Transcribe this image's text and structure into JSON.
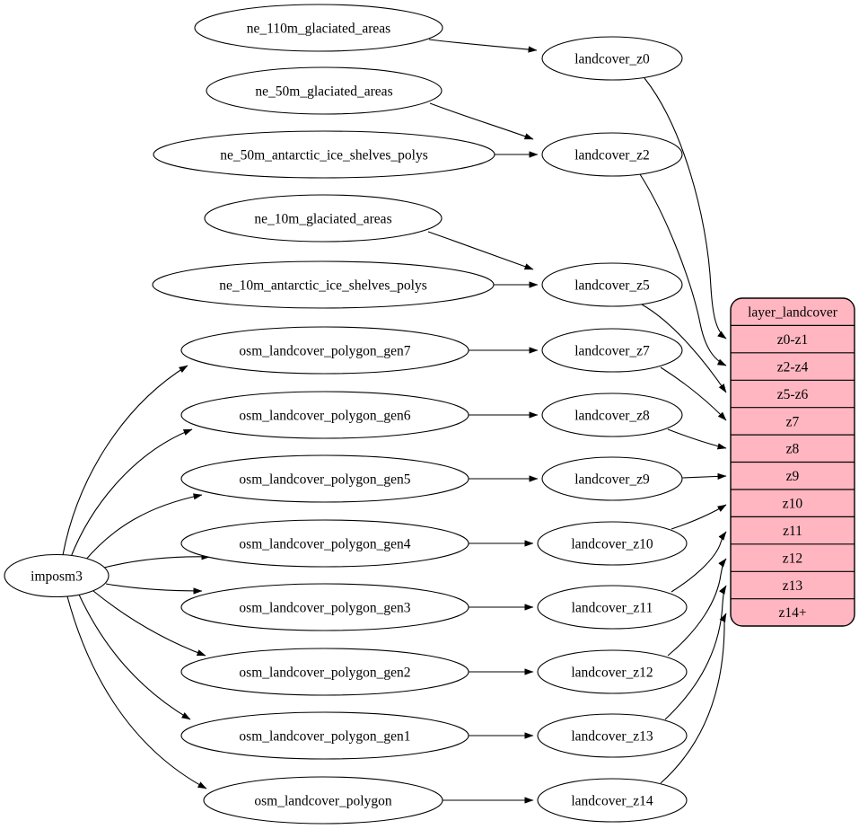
{
  "diagram": {
    "type": "graphviz-etl-flow",
    "background_color": "#ffffff",
    "node_fill_color": "#ffffff",
    "edge_color": "#000000",
    "text_color": "#000000"
  },
  "nodes": {
    "imposm3": "imposm3",
    "ne_110m_glaciated_areas": "ne_110m_glaciated_areas",
    "ne_50m_glaciated_areas": "ne_50m_glaciated_areas",
    "ne_50m_antarctic_ice_shelves_polys": "ne_50m_antarctic_ice_shelves_polys",
    "ne_10m_glaciated_areas": "ne_10m_glaciated_areas",
    "ne_10m_antarctic_ice_shelves_polys": "ne_10m_antarctic_ice_shelves_polys",
    "osm_landcover_polygon_gen7": "osm_landcover_polygon_gen7",
    "osm_landcover_polygon_gen6": "osm_landcover_polygon_gen6",
    "osm_landcover_polygon_gen5": "osm_landcover_polygon_gen5",
    "osm_landcover_polygon_gen4": "osm_landcover_polygon_gen4",
    "osm_landcover_polygon_gen3": "osm_landcover_polygon_gen3",
    "osm_landcover_polygon_gen2": "osm_landcover_polygon_gen2",
    "osm_landcover_polygon_gen1": "osm_landcover_polygon_gen1",
    "osm_landcover_polygon": "osm_landcover_polygon",
    "landcover_z0": "landcover_z0",
    "landcover_z2": "landcover_z2",
    "landcover_z5": "landcover_z5",
    "landcover_z7": "landcover_z7",
    "landcover_z8": "landcover_z8",
    "landcover_z9": "landcover_z9",
    "landcover_z10": "landcover_z10",
    "landcover_z11": "landcover_z11",
    "landcover_z12": "landcover_z12",
    "landcover_z13": "landcover_z13",
    "landcover_z14": "landcover_z14"
  },
  "table": {
    "title": "layer_landcover",
    "fill_color": "#ffb6c1",
    "rows": [
      "z0-z1",
      "z2-z4",
      "z5-z6",
      "z7",
      "z8",
      "z9",
      "z10",
      "z11",
      "z12",
      "z13",
      "z14+"
    ]
  },
  "edges": [
    {
      "from": "imposm3",
      "to": "osm_landcover_polygon_gen7"
    },
    {
      "from": "imposm3",
      "to": "osm_landcover_polygon_gen6"
    },
    {
      "from": "imposm3",
      "to": "osm_landcover_polygon_gen5"
    },
    {
      "from": "imposm3",
      "to": "osm_landcover_polygon_gen4"
    },
    {
      "from": "imposm3",
      "to": "osm_landcover_polygon_gen3"
    },
    {
      "from": "imposm3",
      "to": "osm_landcover_polygon_gen2"
    },
    {
      "from": "imposm3",
      "to": "osm_landcover_polygon_gen1"
    },
    {
      "from": "imposm3",
      "to": "osm_landcover_polygon"
    },
    {
      "from": "ne_110m_glaciated_areas",
      "to": "landcover_z0"
    },
    {
      "from": "ne_50m_glaciated_areas",
      "to": "landcover_z2"
    },
    {
      "from": "ne_50m_antarctic_ice_shelves_polys",
      "to": "landcover_z2"
    },
    {
      "from": "ne_10m_glaciated_areas",
      "to": "landcover_z5"
    },
    {
      "from": "ne_10m_antarctic_ice_shelves_polys",
      "to": "landcover_z5"
    },
    {
      "from": "osm_landcover_polygon_gen7",
      "to": "landcover_z7"
    },
    {
      "from": "osm_landcover_polygon_gen6",
      "to": "landcover_z8"
    },
    {
      "from": "osm_landcover_polygon_gen5",
      "to": "landcover_z9"
    },
    {
      "from": "osm_landcover_polygon_gen4",
      "to": "landcover_z10"
    },
    {
      "from": "osm_landcover_polygon_gen3",
      "to": "landcover_z11"
    },
    {
      "from": "osm_landcover_polygon_gen2",
      "to": "landcover_z12"
    },
    {
      "from": "osm_landcover_polygon_gen1",
      "to": "landcover_z13"
    },
    {
      "from": "osm_landcover_polygon",
      "to": "landcover_z14"
    },
    {
      "from": "landcover_z0",
      "to": "layer_landcover.z0-z1"
    },
    {
      "from": "landcover_z2",
      "to": "layer_landcover.z2-z4"
    },
    {
      "from": "landcover_z5",
      "to": "layer_landcover.z5-z6"
    },
    {
      "from": "landcover_z7",
      "to": "layer_landcover.z7"
    },
    {
      "from": "landcover_z8",
      "to": "layer_landcover.z8"
    },
    {
      "from": "landcover_z9",
      "to": "layer_landcover.z9"
    },
    {
      "from": "landcover_z10",
      "to": "layer_landcover.z10"
    },
    {
      "from": "landcover_z11",
      "to": "layer_landcover.z11"
    },
    {
      "from": "landcover_z12",
      "to": "layer_landcover.z12"
    },
    {
      "from": "landcover_z13",
      "to": "layer_landcover.z13"
    },
    {
      "from": "landcover_z14",
      "to": "layer_landcover.z14+"
    }
  ]
}
